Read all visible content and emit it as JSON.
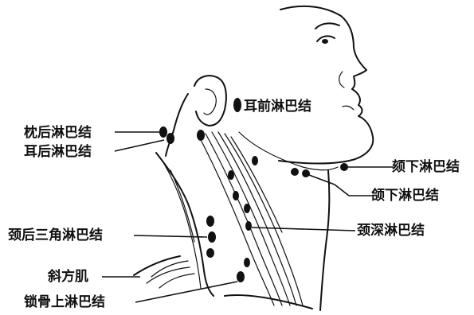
{
  "labels": {
    "preauricular": "耳前淋巴结",
    "occipital": "枕后淋巴结",
    "postauricular": "耳后淋巴结",
    "submental": "颏下淋巴结",
    "submandibular": "颌下淋巴结",
    "deep_cervical": "颈深淋巴结",
    "posterior_triangle": "颈后三角淋巴结",
    "trapezius": "斜方肌",
    "supraclavicular": "锁骨上淋巴结"
  }
}
